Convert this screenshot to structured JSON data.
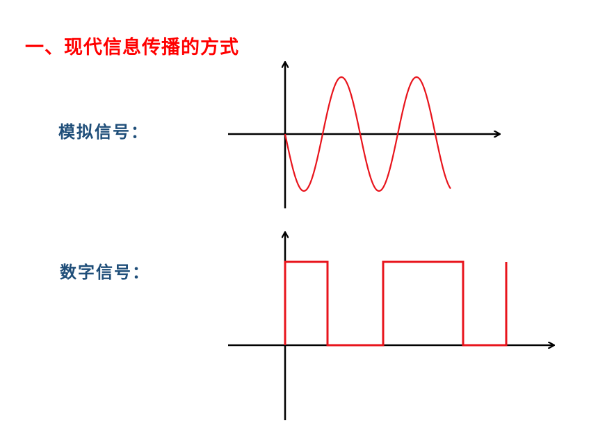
{
  "title": "一、现代信息传播的方式",
  "analog": {
    "label": "模拟信号："
  },
  "digital": {
    "label": "数字信号："
  },
  "colors": {
    "title": "#ff0000",
    "label": "#1f4e79",
    "signal": "#e8141c",
    "axis": "#000000"
  }
}
